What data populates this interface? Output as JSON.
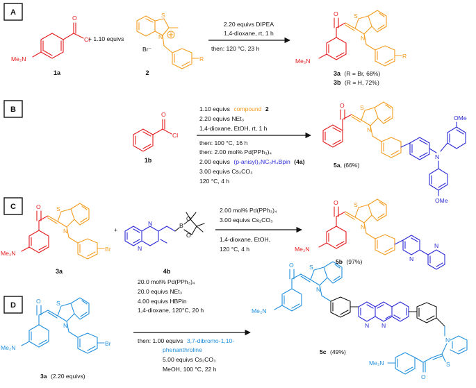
{
  "colors": {
    "red": "#e31a1c",
    "orange": "#f39c1e",
    "blue": "#2a2ad6",
    "cyan": "#1f8fdc",
    "black": "#111111"
  },
  "atoms": {
    "nme2": "Me₂N",
    "cl": "Cl",
    "o": "O",
    "s": "S",
    "n": "N",
    "br": "Br",
    "br_anion": "Br⁻",
    "r": "R",
    "ome": "OMe",
    "b": "B"
  },
  "panelA": {
    "label": "A",
    "plus_text": "+ 1.10 equivs",
    "sm1_label": "1a",
    "sm2_label": "2",
    "cond_top1": "2.20 equivs DIPEA",
    "cond_top2": "1,4-dioxane, rt, 1 h",
    "cond_bottom": "then: 120 °C, 23 h",
    "prod_a_code": "3a",
    "prod_a_rest": "(R = Br, 68%)",
    "prod_b_code": "3b",
    "prod_b_rest": "(R = H, 72%)"
  },
  "panelB": {
    "label": "B",
    "sm_label": "1b",
    "c1_pre": "1.10 equivs",
    "c1_orange": "compound",
    "c1_num": "2",
    "c2": "2.20 equivs NEt₃",
    "c3": "1,4-dioxane, EtOH, rt, 1 h",
    "c4": "then: 100 °C, 16 h",
    "c5": "then: 2.00 mol% Pd(PPh₃)₄",
    "c6_pre": "2.00 equivs",
    "c6_blue": "(p-anisyl)₂NC₆H₄Bpin",
    "c6_num": "(4a)",
    "c7": "3.00 equivs Cs₂CO₃",
    "c8": "120 °C, 4 h",
    "prod_code": "5a",
    "prod_rest": ", (66%)"
  },
  "panelC": {
    "label": "C",
    "plus": "+",
    "sm1_label": "3a",
    "sm2_label": "4b",
    "c1": "2.00 mol% Pd(PPh₃)₄",
    "c2": "3.00 equivs Cs₂CO₃",
    "c3": "1,4-dioxane, EtOH,",
    "c4": "120 °C, 4 h",
    "prod_code": "5b",
    "prod_rest": "(97%)"
  },
  "panelD": {
    "label": "D",
    "sm_code": "3a",
    "sm_rest": "(2.20 equivs)",
    "c1": "20.0 mol% Pd(PPh₃)₄",
    "c2": "20.0 equivs NEt₃",
    "c3": "4.00 equivs HBPin",
    "c4": "1,4-dioxane, 120°C, 20 h",
    "c5_pre": "then: 1.00 equivs",
    "c5_blue": "3,7-dibromo-1,10-",
    "c6_blue": "phenanthroline",
    "c7": "5.00 equivs Cs₂CO₃",
    "c8": "MeOH, 100 °C, 22 h",
    "prod_code": "5c",
    "prod_rest": "(49%)"
  }
}
